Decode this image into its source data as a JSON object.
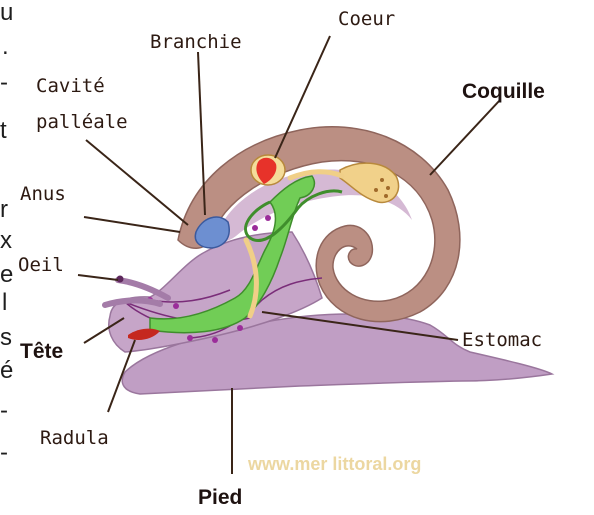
{
  "labels": {
    "coeur": "Coeur",
    "branchie": "Branchie",
    "cavite_line1": "Cavité",
    "cavite_line2": "palléale",
    "coquille": "Coquille",
    "anus": "Anus",
    "oeil": "Oeil",
    "tete": "Tête",
    "estomac": "Estomac",
    "radula": "Radula",
    "pied": "Pied"
  },
  "watermark": "www.mer littoral.org",
  "edge_text": [
    "u",
    ".",
    "-",
    "t",
    "r",
    "x",
    "e",
    "l",
    "s",
    "é",
    "-",
    "-"
  ],
  "colors": {
    "body": "#c09ec4",
    "shell": "#b98a7e",
    "digestive": "#6fcc55",
    "heart": "#e7322a",
    "gill": "#6d8fd1",
    "gland": "#f0cf88",
    "nerve": "#7a2d79"
  }
}
